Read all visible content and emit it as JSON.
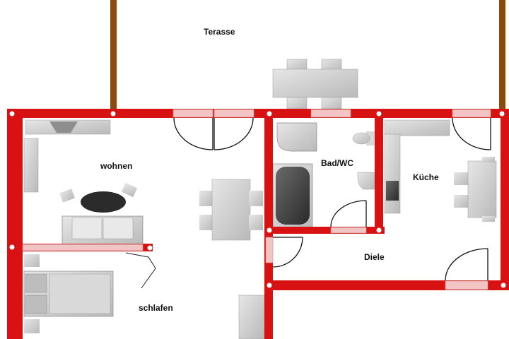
{
  "rooms": {
    "terrace": "Terasse",
    "living": "wohnen",
    "bath": "Bad/WC",
    "kitchen": "Küche",
    "hall": "Diele",
    "bedroom": "schlafen"
  },
  "colors": {
    "wall": "#d81212",
    "wall_post": "#ffffff",
    "window": "#f2c4c4",
    "beam": "#8a4a12",
    "furniture": "#cfcfcf",
    "furniture_dark": "#333333"
  },
  "icons": {
    "door": "door-swing-arc-icon",
    "table": "table-icon",
    "chair": "chair-icon",
    "sofa": "sofa-icon",
    "bathtub": "bathtub-icon",
    "toilet": "toilet-icon",
    "sink": "sink-icon",
    "bed": "bed-icon",
    "stove": "stove-icon",
    "rug": "round-rug-icon",
    "shower": "shower-tray-icon"
  }
}
